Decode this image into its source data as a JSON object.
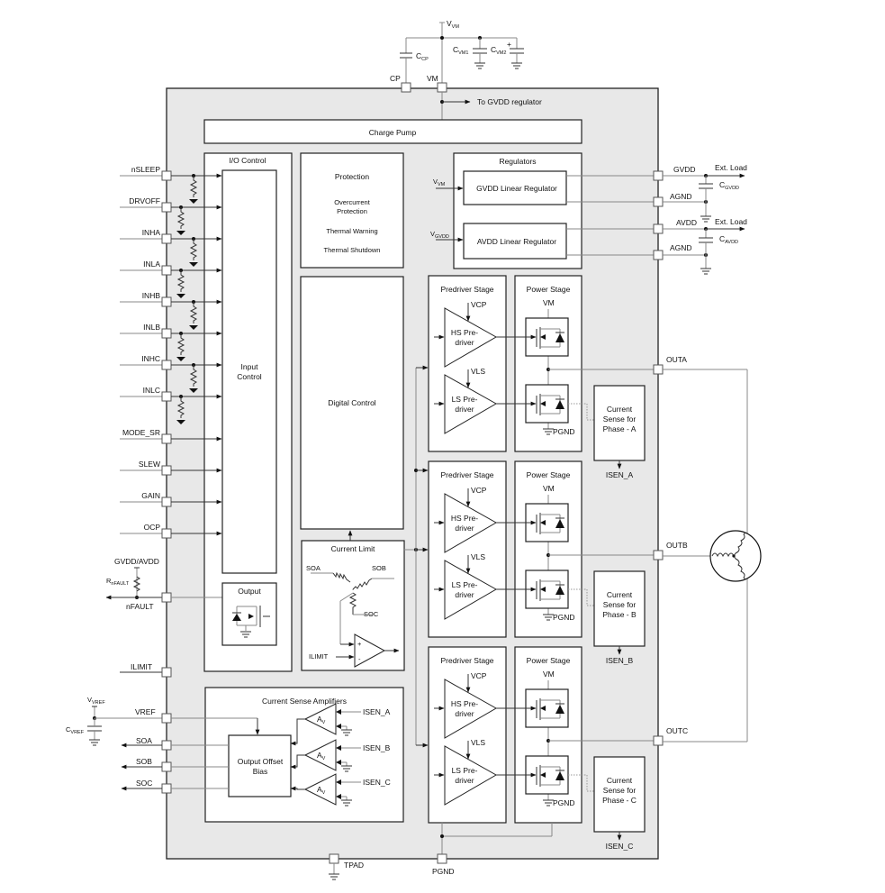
{
  "supply": {
    "vvm_label": "V",
    "vvm_sub": "VM",
    "ccp_label": "C",
    "ccp_sub": "CP",
    "cvm1_label": "C",
    "cvm1_sub": "VM1",
    "cvm2_label": "C",
    "cvm2_sub": "VM2",
    "cvm2_polarity": "+",
    "pin_cp": "CP",
    "pin_vm": "VM",
    "to_gvdd": "To GVDD regulator"
  },
  "charge_pump": {
    "title": "Charge Pump"
  },
  "io_control": {
    "title": "I/O Control",
    "input_control": [
      "Input",
      "Control"
    ],
    "output_title": "Output"
  },
  "left_pins": [
    {
      "name": "nSLEEP",
      "pulldown": true
    },
    {
      "name": "DRVOFF",
      "pulldown": true
    },
    {
      "name": "INHA",
      "pulldown": true
    },
    {
      "name": "INLA",
      "pulldown": true
    },
    {
      "name": "INHB",
      "pulldown": true
    },
    {
      "name": "INLB",
      "pulldown": true
    },
    {
      "name": "INHC",
      "pulldown": true
    },
    {
      "name": "INLC",
      "pulldown": true
    },
    {
      "name": "MODE_SR",
      "pulldown": false
    },
    {
      "name": "SLEW",
      "pulldown": false
    },
    {
      "name": "GAIN",
      "pulldown": false
    },
    {
      "name": "OCP",
      "pulldown": false
    }
  ],
  "fault": {
    "supply": "GVDD/AVDD",
    "r_label": "R",
    "r_sub": "nFAULT",
    "pin": "nFAULT"
  },
  "ilimit_pin": "ILIMIT",
  "protection": {
    "title": "Protection",
    "items": [
      "Overcurrent",
      "Protection",
      "Thermal Warning",
      "Thermal Shutdown"
    ]
  },
  "digital_control": {
    "title": "Digital Control"
  },
  "current_limit": {
    "title": "Current Limit",
    "soa": "SOA",
    "sob": "SOB",
    "soc": "SOC",
    "ilimit": "ILIMIT",
    "plus": "+",
    "minus": "-"
  },
  "regulators": {
    "title": "Regulators",
    "gvdd_reg": "GVDD Linear Regulator",
    "avdd_reg": "AVDD Linear Regulator",
    "in_vvm": "V",
    "in_vvm_sub": "VM",
    "in_vgvdd": "V",
    "in_vgvdd_sub": "GVDD",
    "pin_gvdd": "GVDD",
    "pin_agnd1": "AGND",
    "pin_avdd": "AVDD",
    "pin_agnd2": "AGND",
    "ext_load1": "Ext. Load",
    "ext_load2": "Ext. Load",
    "cgvdd": "C",
    "cgvdd_sub": "GVDD",
    "cavdd": "C",
    "cavdd_sub": "AVDD"
  },
  "phases": [
    {
      "predriver_title": "Predriver Stage",
      "power_title": "Power Stage",
      "vcp": "VCP",
      "vls": "VLS",
      "hs": [
        "HS Pre-",
        "driver"
      ],
      "ls": [
        "LS Pre-",
        "driver"
      ],
      "vm": "VM",
      "pgnd": "PGND",
      "sense": [
        "Current",
        "Sense for",
        "Phase - A"
      ],
      "isen": "ISEN_A",
      "out_pin": "OUTA"
    },
    {
      "predriver_title": "Predriver Stage",
      "power_title": "Power Stage",
      "vcp": "VCP",
      "vls": "VLS",
      "hs": [
        "HS Pre-",
        "driver"
      ],
      "ls": [
        "LS Pre-",
        "driver"
      ],
      "vm": "VM",
      "pgnd": "PGND",
      "sense": [
        "Current",
        "Sense for",
        "Phase - B"
      ],
      "isen": "ISEN_B",
      "out_pin": "OUTB"
    },
    {
      "predriver_title": "Predriver Stage",
      "power_title": "Power Stage",
      "vcp": "VCP",
      "vls": "VLS",
      "hs": [
        "HS Pre-",
        "driver"
      ],
      "ls": [
        "LS Pre-",
        "driver"
      ],
      "vm": "VM",
      "pgnd": "PGND",
      "sense": [
        "Current",
        "Sense for",
        "Phase - C"
      ],
      "isen": "ISEN_C",
      "out_pin": "OUTC"
    }
  ],
  "csa": {
    "title": "Current Sense Amplifiers",
    "bias": [
      "Output Offset",
      "Bias"
    ],
    "gain": "A",
    "gain_sub": "V",
    "inputs": [
      "ISEN_A",
      "ISEN_B",
      "ISEN_C"
    ],
    "vref_label": "V",
    "vref_sub": "VREF",
    "cvref_label": "C",
    "cvref_sub": "VREF",
    "pins": [
      "VREF",
      "SOA",
      "SOB",
      "SOC"
    ]
  },
  "bottom_pins": {
    "tpad": "TPAD",
    "pgnd": "PGND"
  }
}
